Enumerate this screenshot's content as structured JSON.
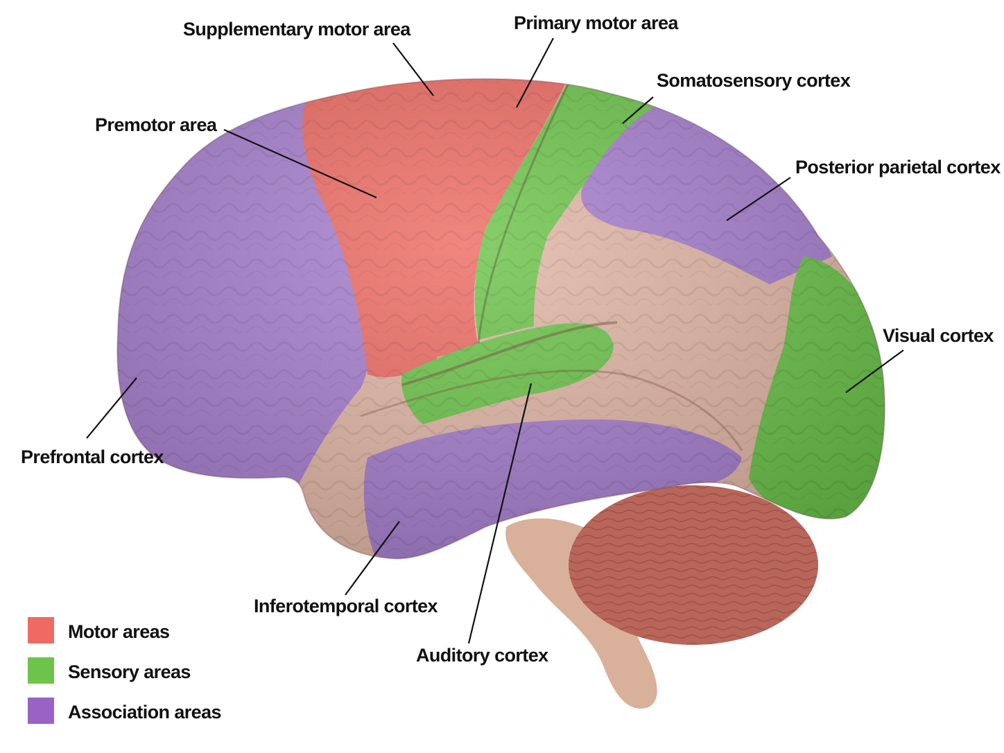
{
  "labels": {
    "supplementary_motor_area": "Supplementary motor area",
    "primary_motor_area": "Primary motor area",
    "somatosensory_cortex": "Somatosensory cortex",
    "premotor_area": "Premotor area",
    "posterior_parietal_cortex": "Posterior parietal cortex",
    "visual_cortex": "Visual cortex",
    "prefrontal_cortex": "Prefrontal cortex",
    "inferotemporal_cortex": "Inferotemporal cortex",
    "auditory_cortex": "Auditory cortex"
  },
  "legend": [
    {
      "label": "Motor areas",
      "color": "#ee6b63"
    },
    {
      "label": "Sensory areas",
      "color": "#6cc54a"
    },
    {
      "label": "Association areas",
      "color": "#9b62c6"
    }
  ],
  "colors": {
    "motor": "#ee6b63",
    "sensory": "#6cc54a",
    "association": "#a77fcf",
    "unassigned_cortex": "#e2b7a6",
    "cerebellum": "#b8655a",
    "brainstem": "#d9b09a",
    "leader_line": "#111111"
  }
}
